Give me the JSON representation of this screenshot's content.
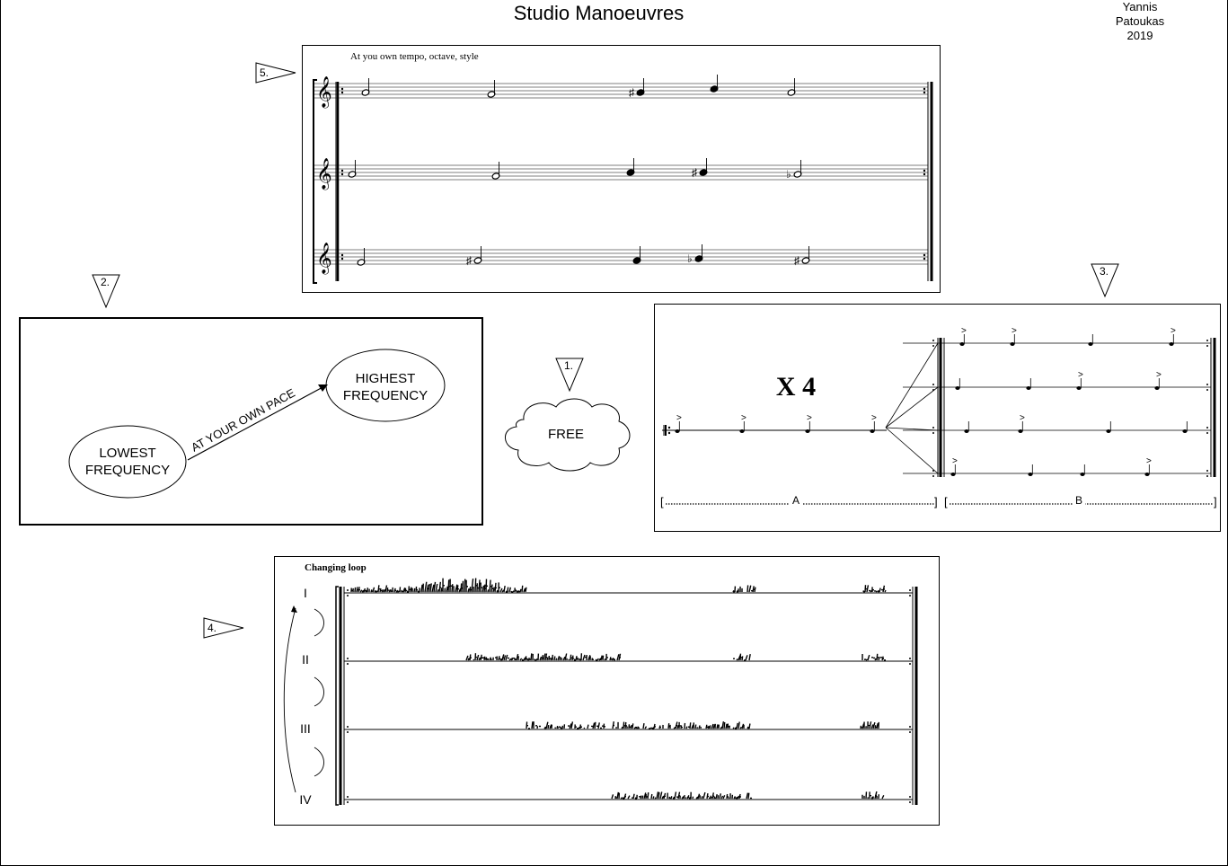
{
  "header": {
    "title": "Studio Manoeuvres",
    "composer": "Yannis Patoukas",
    "year": "2019"
  },
  "markers": {
    "m1": "1.",
    "m2": "2.",
    "m3": "3.",
    "m4": "4.",
    "m5": "5."
  },
  "section5": {
    "instruction": "At you own tempo, octave, style"
  },
  "section2": {
    "lowest_line1": "LOWEST",
    "lowest_line2": "FREQUENCY",
    "highest_line1": "HIGHEST",
    "highest_line2": "FREQUENCY",
    "arrow_label": "AT YOUR OWN PACE"
  },
  "section1": {
    "cloud_text": "FREE"
  },
  "section3": {
    "repeat_text": "X 4",
    "bracket_a": "A",
    "bracket_b": "B"
  },
  "section4": {
    "loop_title": "Changing loop",
    "staff_labels": [
      "I",
      "II",
      "III",
      "IV"
    ]
  }
}
